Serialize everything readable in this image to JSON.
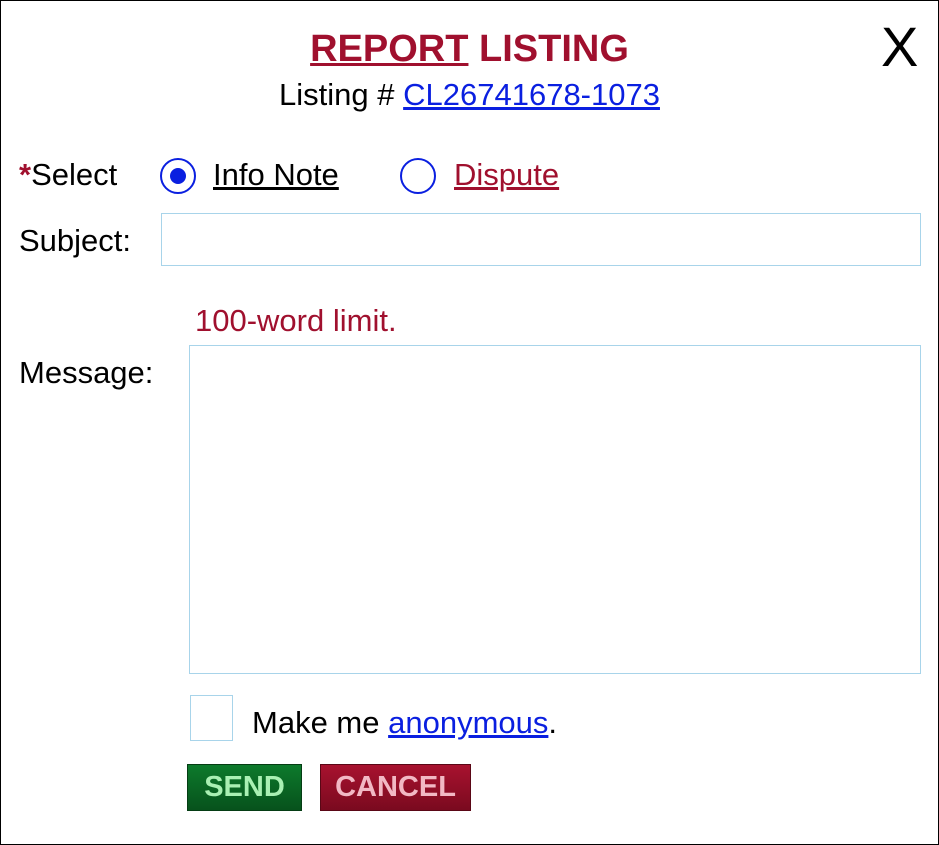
{
  "dialog": {
    "close_label": "X",
    "title_part1": "REPORT",
    "title_part2": "LISTING",
    "listing_prefix": "Listing #",
    "listing_number": "CL26741678-1073"
  },
  "form": {
    "select_asterisk": "*",
    "select_label": "Select",
    "options": [
      {
        "label": "Info Note",
        "selected": true
      },
      {
        "label": "Dispute",
        "selected": false
      }
    ],
    "subject_label": "Subject:",
    "subject_value": "",
    "word_limit_note": "100-word limit.",
    "message_label": "Message:",
    "message_value": "",
    "anonymous_prefix": "Make me",
    "anonymous_link": "anonymous",
    "anonymous_suffix": ".",
    "anonymous_checked": false
  },
  "buttons": {
    "send_label": "SEND",
    "cancel_label": "CANCEL"
  },
  "colors": {
    "accent_red": "#a0102e",
    "link_blue": "#0a1fe0",
    "input_border": "#a8d4ea",
    "send_green": "#0d7a2c",
    "cancel_red": "#a8122f"
  }
}
